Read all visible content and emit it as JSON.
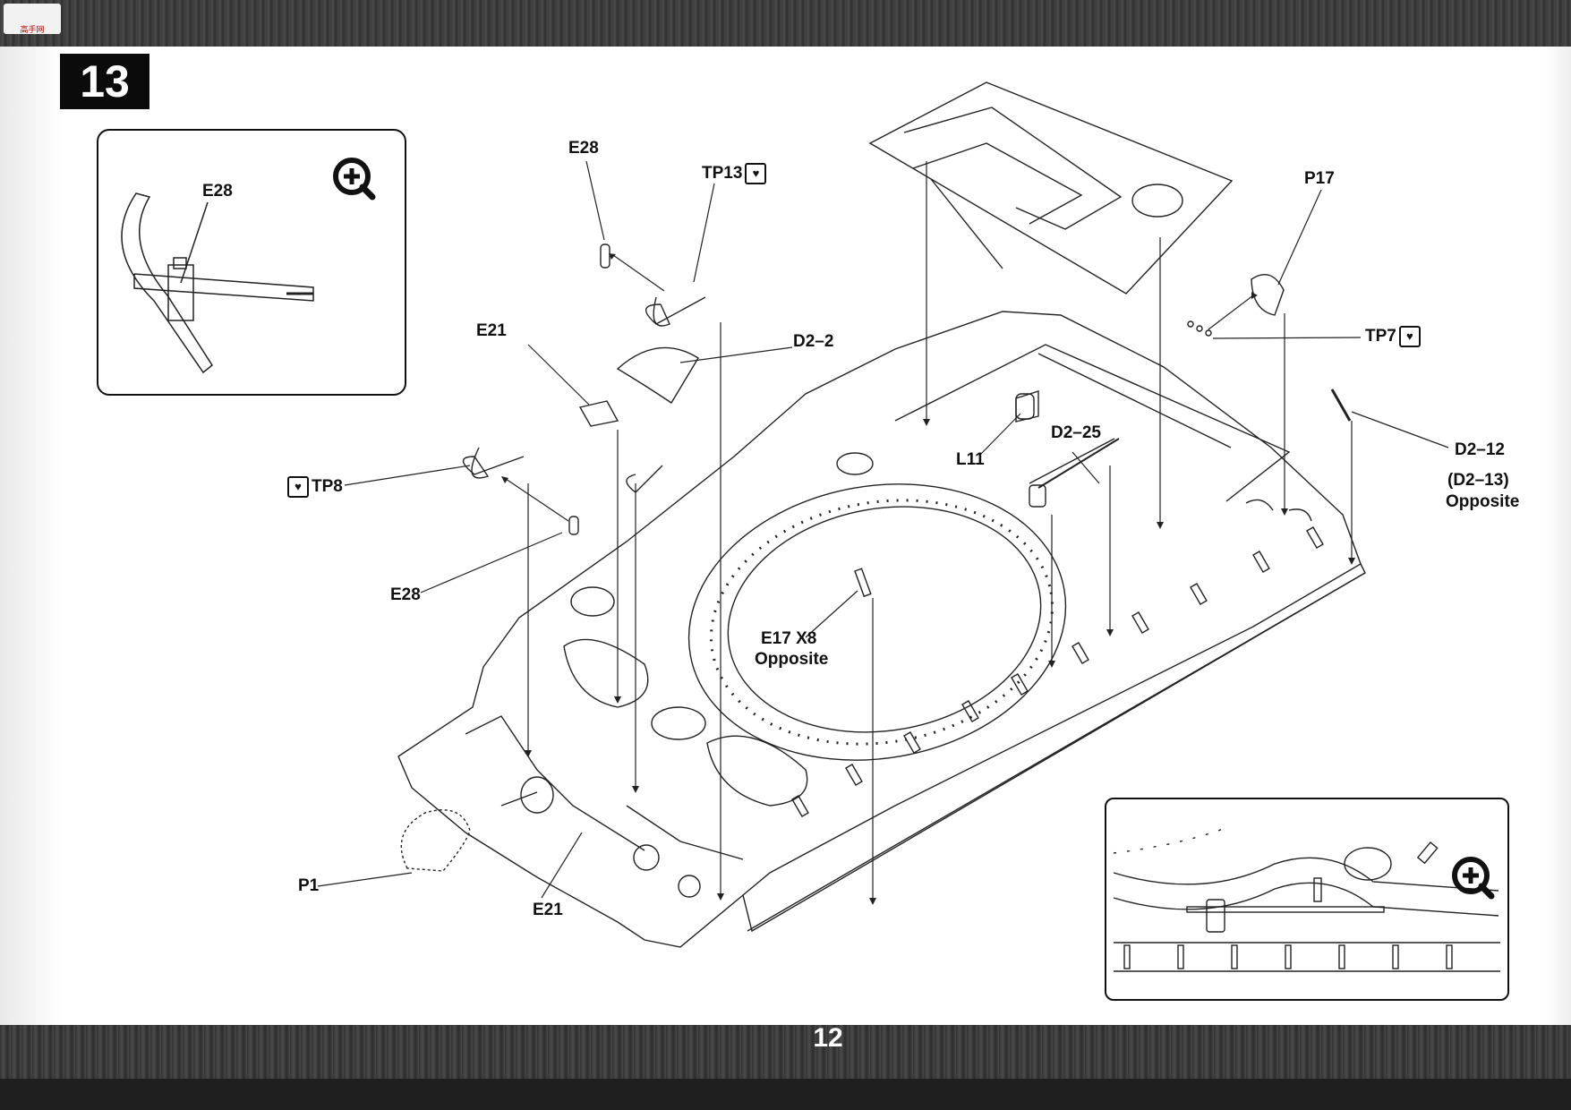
{
  "step": {
    "number": "13"
  },
  "page": {
    "number": "12"
  },
  "watermark": {
    "text": "高手网"
  },
  "inset_zoom_icons": [
    "zoom-in-icon",
    "zoom-in-icon"
  ],
  "callouts": {
    "e28_inset": "E28",
    "e28_top": "E28",
    "tp13": "TP13",
    "e21_top": "E21",
    "d2_2": "D2–2",
    "tp8": "TP8",
    "e28_left": "E28",
    "p1": "P1",
    "e21_bottom": "E21",
    "e17": "E17 X8",
    "e17_note": "Opposite",
    "l11": "L11",
    "d2_25": "D2–25",
    "p17": "P17",
    "tp7": "TP7",
    "d2_12": "D2–12",
    "d2_13": "(D2–13)",
    "d2_12_note": "Opposite"
  },
  "symbols": {
    "photo_etch": "♥"
  }
}
